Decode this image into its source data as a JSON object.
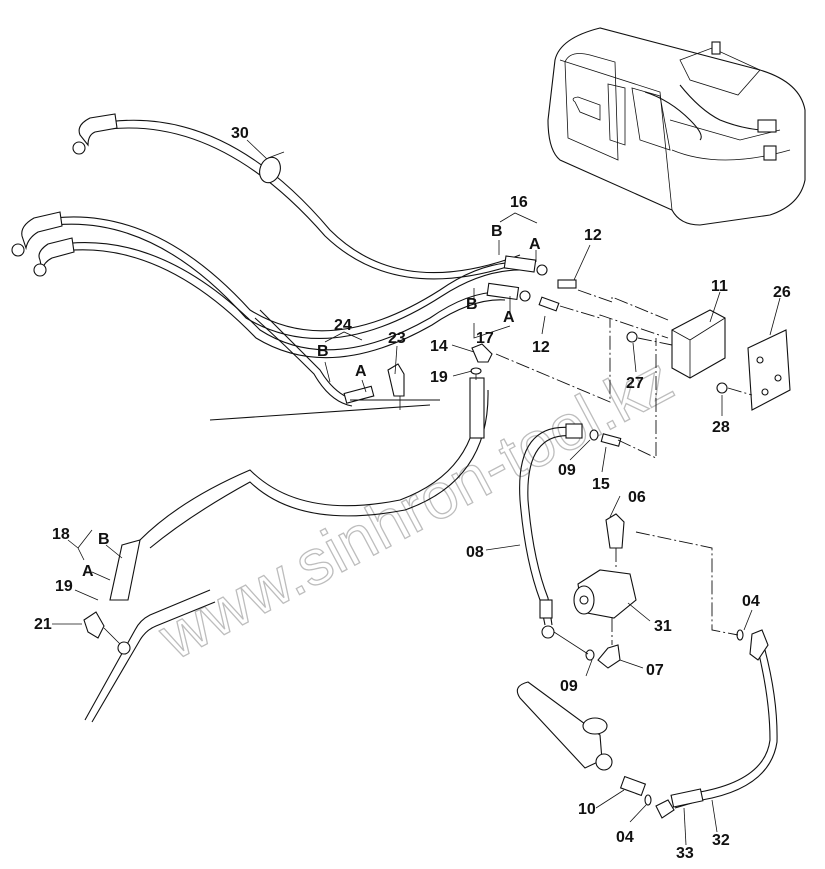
{
  "diagram": {
    "title": "",
    "watermark": "www.sinhron-tool.kz",
    "callouts": [
      {
        "id": "c30",
        "label": "30"
      },
      {
        "id": "c16",
        "label": "16"
      },
      {
        "id": "c16b",
        "label": "B"
      },
      {
        "id": "c16a",
        "label": "A"
      },
      {
        "id": "c12a",
        "label": "12"
      },
      {
        "id": "c12b",
        "label": "12"
      },
      {
        "id": "c17",
        "label": "17"
      },
      {
        "id": "c17b",
        "label": "B"
      },
      {
        "id": "c17a",
        "label": "A"
      },
      {
        "id": "c24",
        "label": "24"
      },
      {
        "id": "c24b",
        "label": "B"
      },
      {
        "id": "c24a",
        "label": "A"
      },
      {
        "id": "c23",
        "label": "23"
      },
      {
        "id": "c14",
        "label": "14"
      },
      {
        "id": "c19a",
        "label": "19"
      },
      {
        "id": "c11",
        "label": "11"
      },
      {
        "id": "c26",
        "label": "26"
      },
      {
        "id": "c27",
        "label": "27"
      },
      {
        "id": "c28",
        "label": "28"
      },
      {
        "id": "c09a",
        "label": "09"
      },
      {
        "id": "c15",
        "label": "15"
      },
      {
        "id": "c06",
        "label": "06"
      },
      {
        "id": "c08",
        "label": "08"
      },
      {
        "id": "c18",
        "label": "18"
      },
      {
        "id": "c18b",
        "label": "B"
      },
      {
        "id": "c18a",
        "label": "A"
      },
      {
        "id": "c19b",
        "label": "19"
      },
      {
        "id": "c21",
        "label": "21"
      },
      {
        "id": "c31",
        "label": "31"
      },
      {
        "id": "c04a",
        "label": "04"
      },
      {
        "id": "c09b",
        "label": "09"
      },
      {
        "id": "c07",
        "label": "07"
      },
      {
        "id": "c10",
        "label": "10"
      },
      {
        "id": "c04b",
        "label": "04"
      },
      {
        "id": "c33",
        "label": "33"
      },
      {
        "id": "c32",
        "label": "32"
      }
    ]
  }
}
